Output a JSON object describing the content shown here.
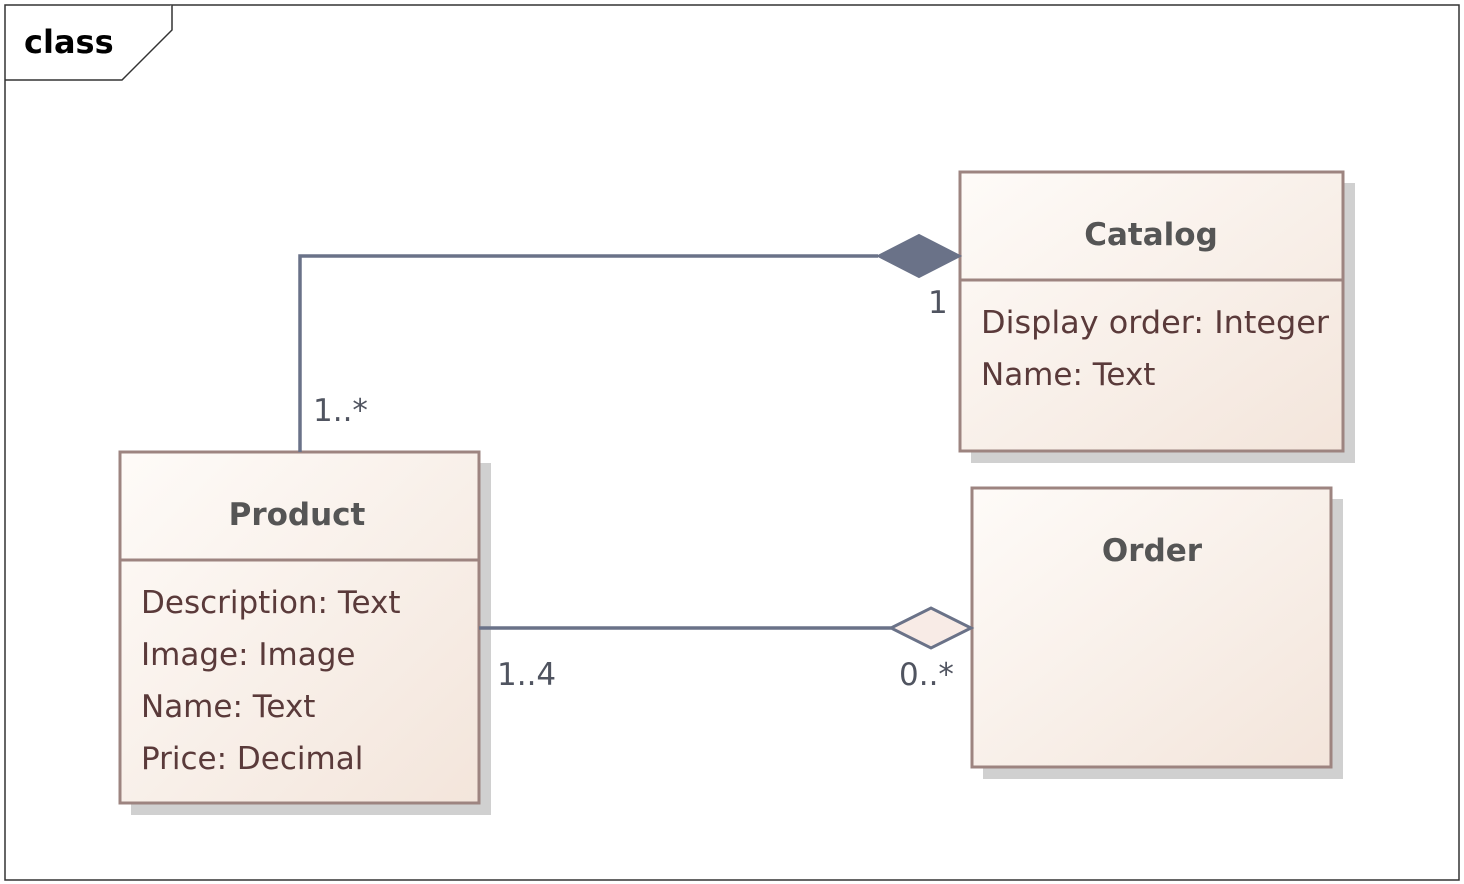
{
  "frame": {
    "label": "class"
  },
  "classes": {
    "catalog": {
      "name": "Catalog",
      "attributes": [
        "Display order: Integer",
        "Name: Text"
      ]
    },
    "product": {
      "name": "Product",
      "attributes": [
        "Description: Text",
        "Image: Image",
        "Name: Text",
        "Price: Decimal"
      ]
    },
    "order": {
      "name": "Order",
      "attributes": []
    }
  },
  "associations": {
    "catalog_product": {
      "kind": "composition",
      "catalog_end": "1",
      "product_end": "1..*"
    },
    "order_product": {
      "kind": "aggregation",
      "product_end": "1..4",
      "order_end": "0..*"
    }
  },
  "colors": {
    "class_fill_start": "#fefbf8",
    "class_fill_end": "#f4e6dc",
    "class_border": "#9d8480",
    "connector": "#6a7288",
    "aggregation_fill": "#f8ebe6"
  }
}
